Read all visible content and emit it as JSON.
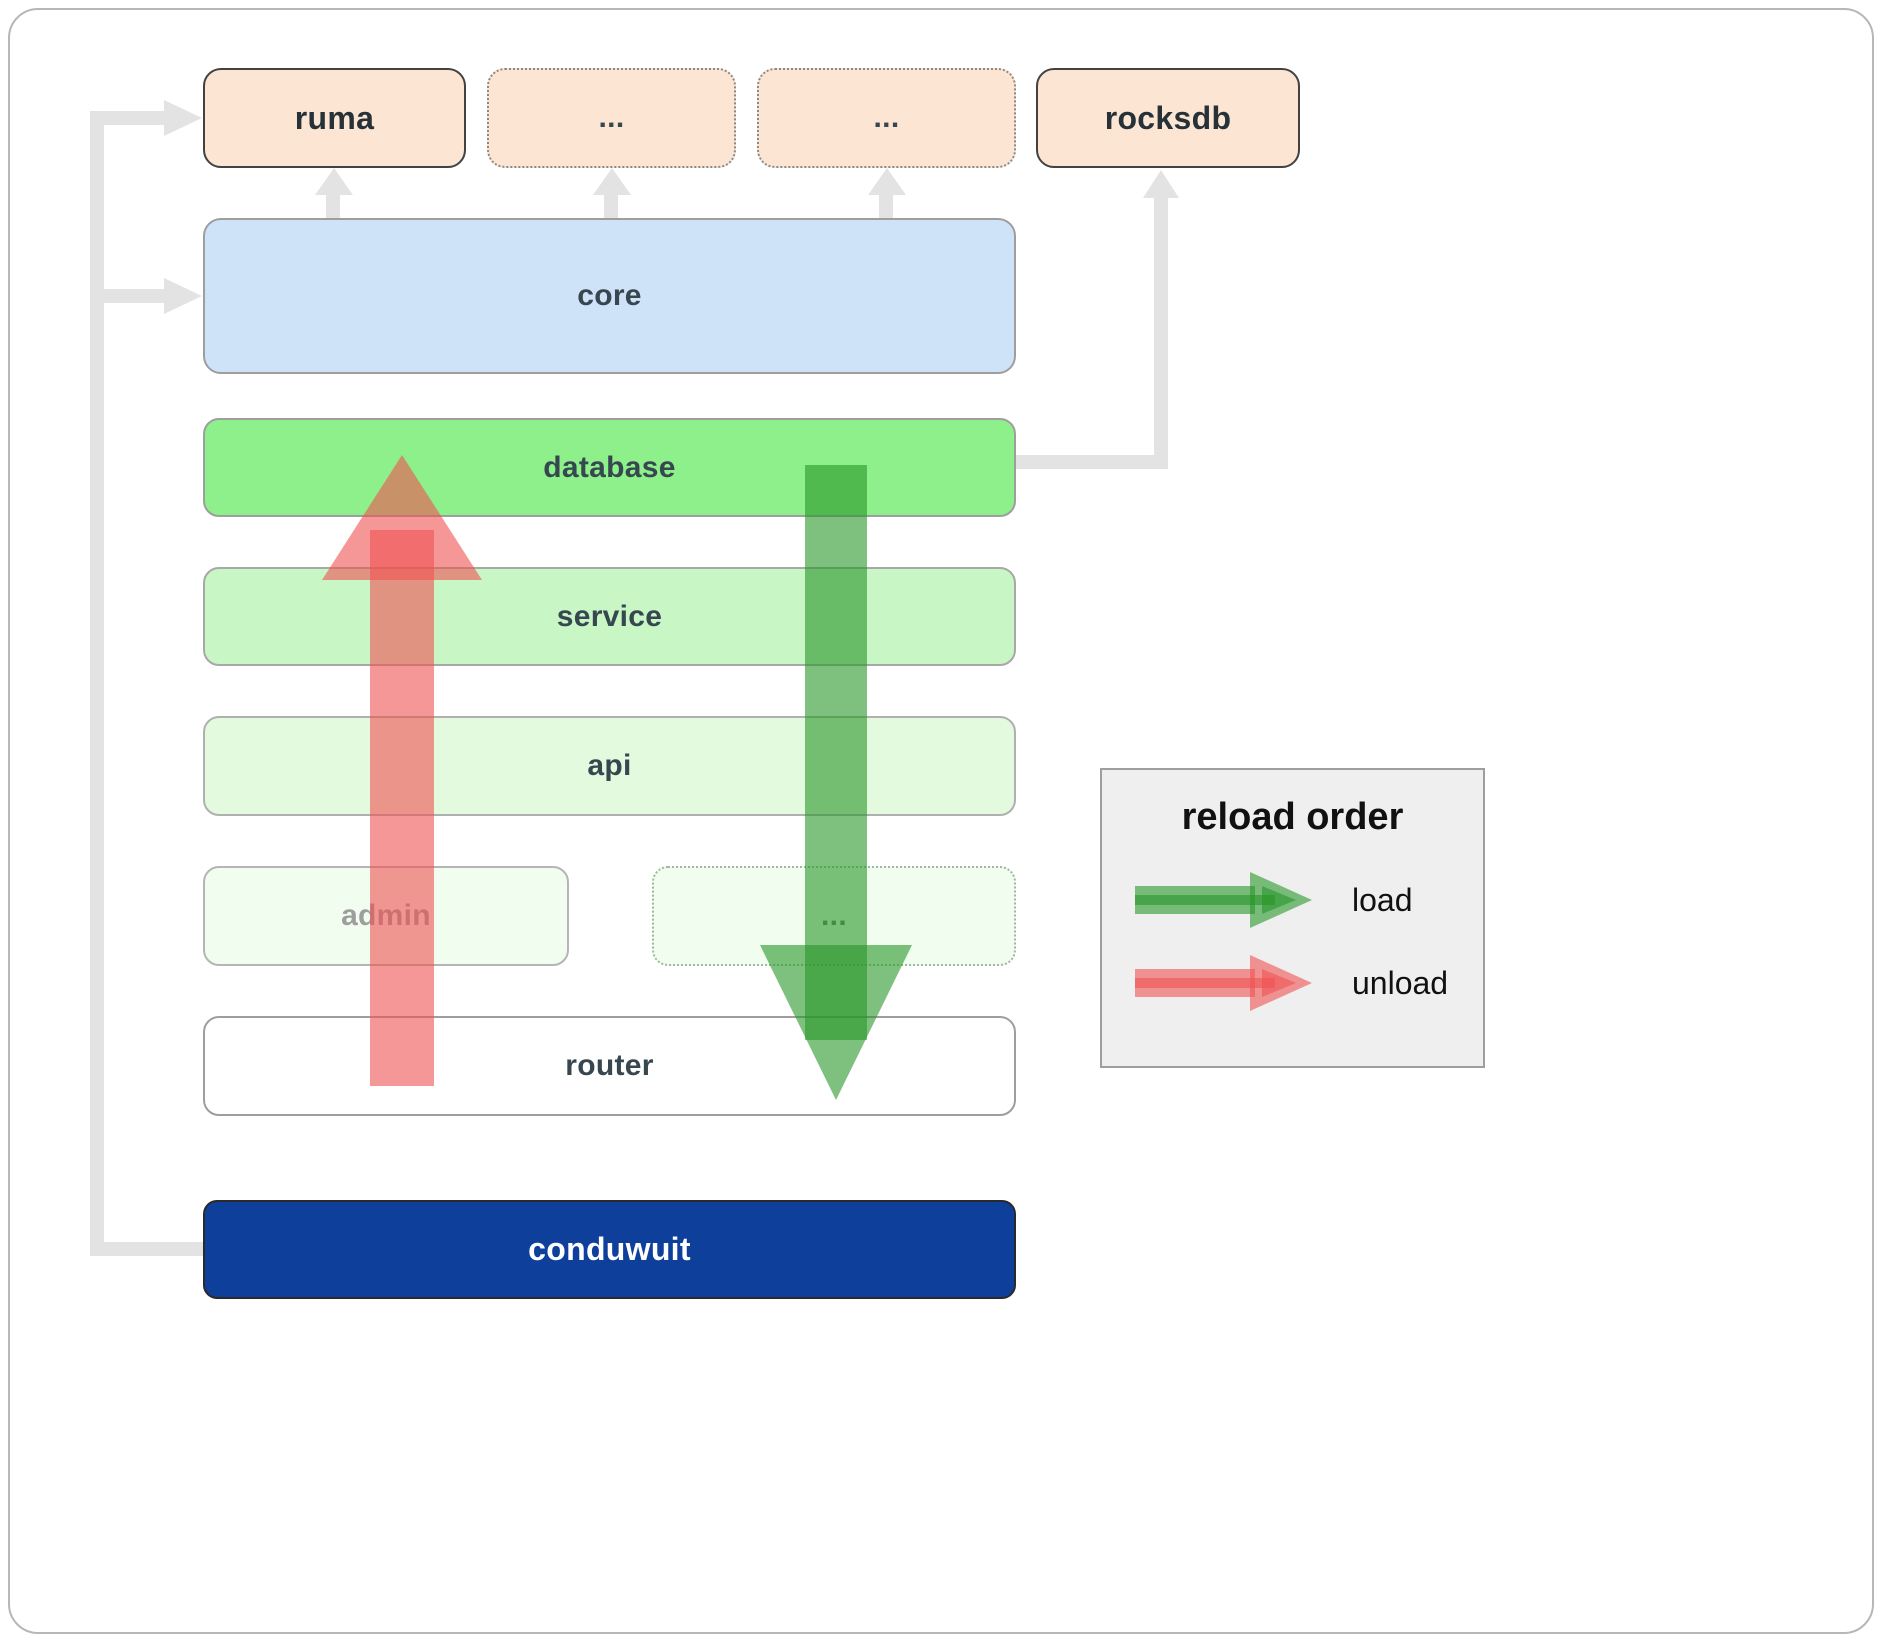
{
  "boxes": {
    "ruma": "ruma",
    "ellipsis_1": "...",
    "ellipsis_2": "...",
    "rocksdb": "rocksdb",
    "core": "core",
    "database": "database",
    "service": "service",
    "api": "api",
    "admin": "admin",
    "ellipsis_3": "...",
    "router": "router",
    "conduwuit": "conduwuit"
  },
  "legend": {
    "title": "reload order",
    "load_label": "load",
    "unload_label": "unload"
  },
  "colors": {
    "module_peach": "#fce5d3",
    "core_blue": "#cfe3f8",
    "database_green": "#8ef08a",
    "service_green": "#c9f6c5",
    "api_green": "#e3fadf",
    "faint_green": "#f1fdef",
    "conduwuit_navy": "#0d3f9b",
    "load_arrow_green": "#289628",
    "unload_arrow_red": "#f05252",
    "connector_gray": "#e3e3e3"
  }
}
